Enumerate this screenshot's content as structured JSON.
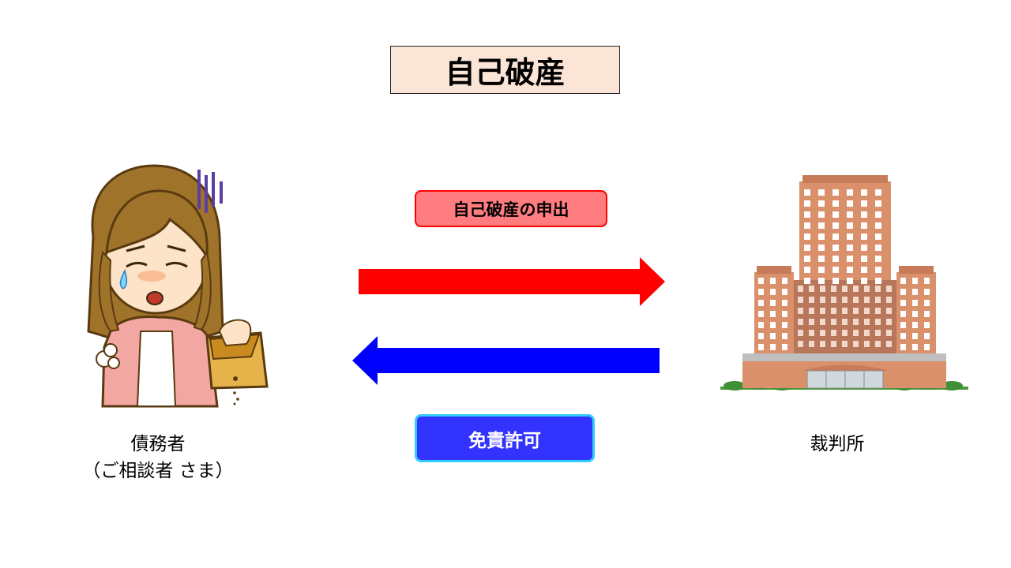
{
  "title": "自己破産",
  "request_label": "自己破産の申出",
  "grant_label": "免責許可",
  "debtor": {
    "line1": "債務者",
    "line2": "（ご相談者 さま）"
  },
  "court": {
    "label": "裁判所"
  },
  "colors": {
    "title_bg": "#fbe5d6",
    "request_arrow": "#ff0000",
    "grant_arrow": "#0000ff",
    "request_pill_bg": "#ff7c80",
    "grant_pill_bg": "#3333ff",
    "building": "#d9906b"
  },
  "icons": {
    "debtor": "crying-woman-icon",
    "court": "court-building-icon"
  }
}
